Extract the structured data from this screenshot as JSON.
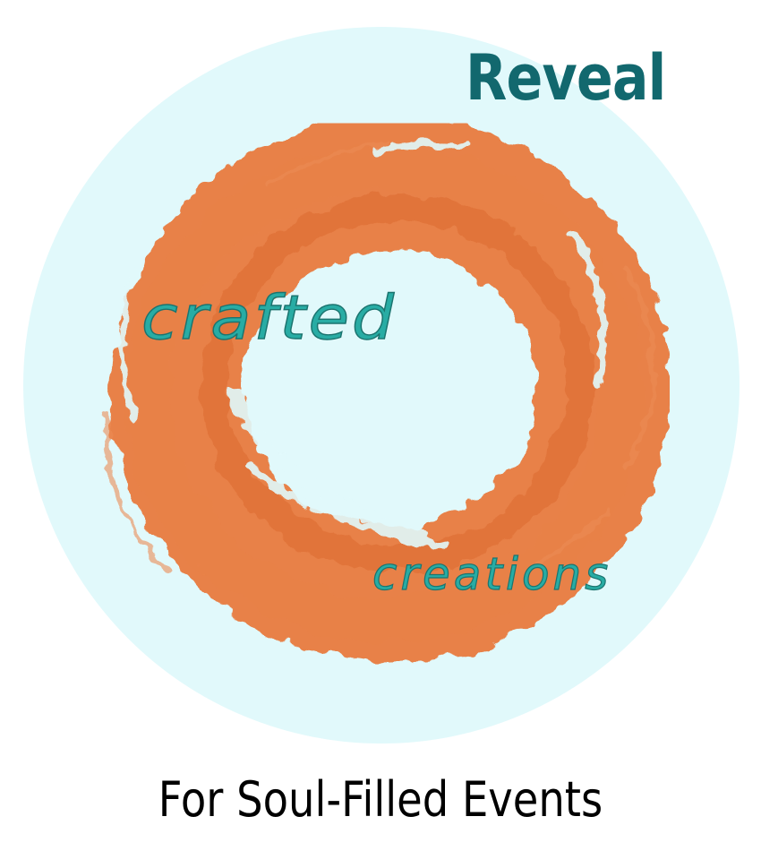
{
  "logo": {
    "brand_word": "Reveal",
    "script_word_1": "crafted",
    "script_word_2": "creations",
    "ring_description": "orange watercolor brush ring",
    "tagline": "For Soul-Filled Events"
  },
  "colors": {
    "background": "#ffffff",
    "circle_fill": "#e1f9fb",
    "ring_orange": "#e8773a",
    "reveal_teal": "#12686e",
    "script_teal": "#28aca4",
    "tagline_black": "#000000"
  }
}
